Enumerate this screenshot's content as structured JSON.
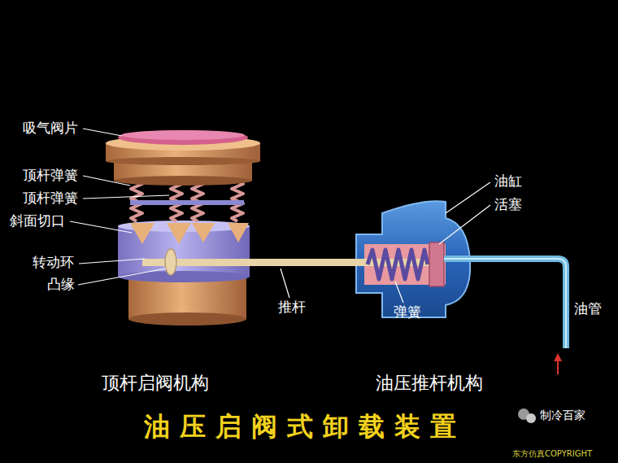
{
  "diagram": {
    "title": "油压启阀式卸载装置",
    "labels": [
      "吸气阀片",
      "顶杆弹簧",
      "顶杆弹簧",
      "斜面切口",
      "转动环",
      "凸缘",
      "油缸",
      "活塞",
      "推杆",
      "弹簧",
      "油管",
      "顶杆启阀机构",
      "油压推杆机构",
      "制冷百家",
      "东方仿真COPYRIGHT"
    ]
  }
}
